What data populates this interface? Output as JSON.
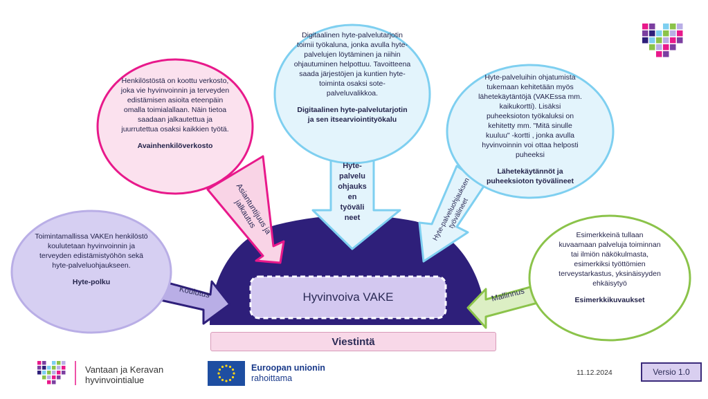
{
  "nodes": {
    "top_left": {
      "text": "Henkilöstöstä on koottu verkosto, joka vie hyvinvoinnin ja terveyden edistämisen asioita eteenpäin omalla toimialallaan. Näin tietoa saadaan jalkautettua ja juurrutettua osaksi kaikkien työtä.",
      "title": "Avainhenkilöverkosto",
      "color": "#e8198b"
    },
    "top_center": {
      "text": "Digitaalinen hyte-palvelutarjotin toimii työkaluna, jonka avulla hyte-palvelujen löytäminen ja niihin ohjautuminen helpottuu. Tavoitteena saada järjestöjen ja kuntien hyte-toiminta osaksi sote- palveluvalikkoa.",
      "title": "Digitaalinen hyte-palvelutarjotin ja sen itsearviointityökalu",
      "color": "#7ecff0"
    },
    "top_right": {
      "text": "Hyte-palveluihin ohjatumista tukemaan kehitetään myös lähetekäytäntöjä (VAKEssa mm. kaikukortti). Lisäksi puheeksioton työkaluksi on kehitetty mm. \"Mitä sinulle kuuluu\" -kortti , jonka avulla hyvinvoinnin voi ottaa helposti puheeksi",
      "title": "Lähetekäytännöt ja puheeksioton työvälineet",
      "color": "#7ecff0"
    },
    "left": {
      "text": "Toimintamallissa VAKEn henkilöstö koulutetaan hyvinvoinnin ja terveyden edistämistyöhön sekä hyte-palveluohjaukseen.",
      "title": "Hyte-polku",
      "color": "#b9aee6"
    },
    "right": {
      "text": "Esimerkkeinä tullaan kuvaamaan palveluja toiminnan tai ilmiön näkökulmasta, esimerkiksi työttömien terveystarkastus, yksinäisyyden ehkäisytyö",
      "title": "Esimerkkikuvaukset",
      "color": "#8bc34a"
    }
  },
  "arrows": {
    "top_left": "Asiantuntijuus ja jalkautus",
    "top_center": [
      "Hyte-",
      "palvelu",
      "ohjauks",
      "en",
      "työväli",
      "neet"
    ],
    "top_right": "Hyte-palveluohjauksen työvälineet",
    "left": "Koulutus",
    "right": "Mallinnus"
  },
  "center": {
    "label": "Hyvinvoiva VAKE",
    "dome_color": "#2e1f7a"
  },
  "bottom_bar": "Viestintä",
  "footer": {
    "org_line1": "Vantaan ja Keravan",
    "org_line2": "hyvinvointialue",
    "eu_line1": "Euroopan unionin",
    "eu_line2": "rahoittama",
    "date": "11.12.2024",
    "version": "Versio 1.0"
  }
}
